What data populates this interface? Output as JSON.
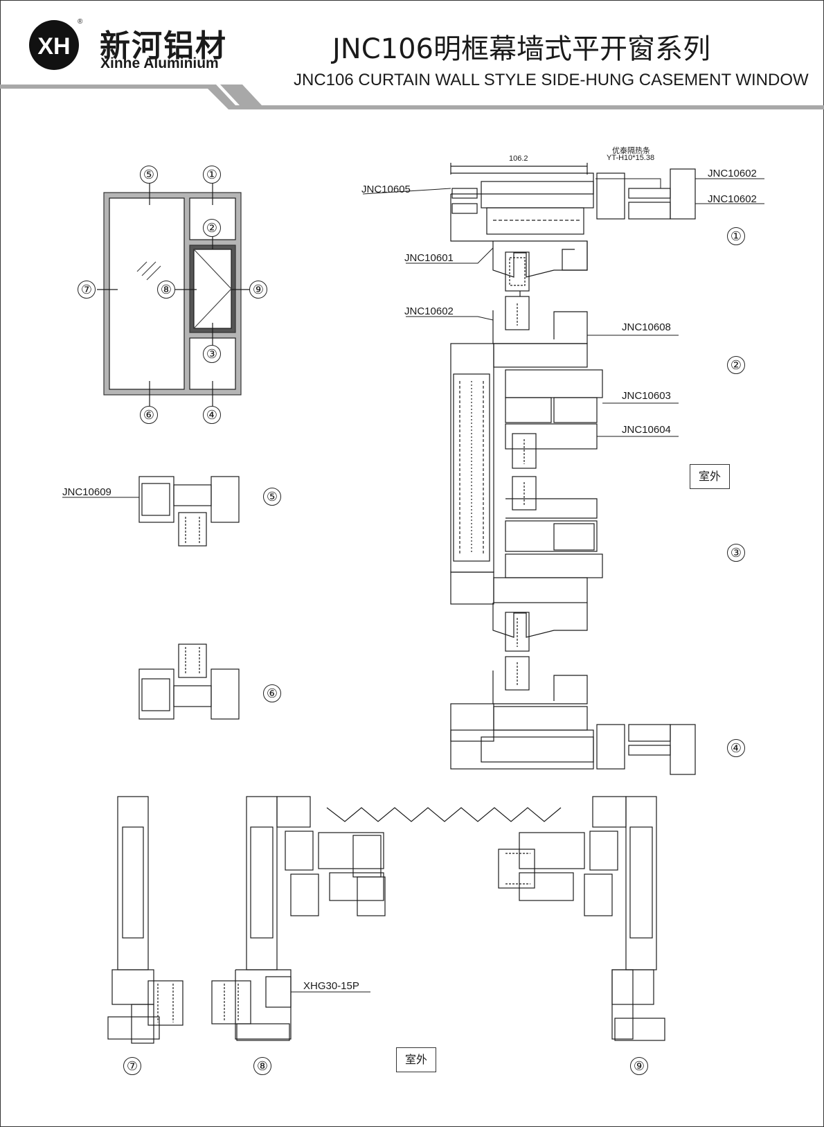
{
  "header": {
    "brand_cn": "新河铝材",
    "brand_en": "Xinhe Aluminium",
    "logo_mark": "XH",
    "registered": "®",
    "title_cn": "JNC106明框幕墙式平开窗系列",
    "title_en": "JNC106 CURTAIN WALL STYLE SIDE-HUNG CASEMENT WINDOW"
  },
  "elevation": {
    "callouts": [
      "①",
      "②",
      "③",
      "④",
      "⑤",
      "⑥",
      "⑦",
      "⑧",
      "⑨"
    ]
  },
  "section_labels": {
    "dim_width": "106.2",
    "thermal_strip_cn": "优泰隔热条",
    "thermal_strip_code": "YT-H10*15.38",
    "p10602_a": "JNC10602",
    "p10602_b": "JNC10602",
    "p10605": "JNC10605",
    "p10601": "JNC10601",
    "p10602_c": "JNC10602",
    "p10608": "JNC10608",
    "p10603": "JNC10603",
    "p10604": "JNC10604",
    "p10609": "JNC10609",
    "gasket": "XHG30-15P",
    "exterior_right": "室外",
    "exterior_bottom": "室外"
  },
  "colors": {
    "frame_gray": "#b5b5b5",
    "banner_gray": "#a8a8a8",
    "line": "#1a1a1a"
  }
}
